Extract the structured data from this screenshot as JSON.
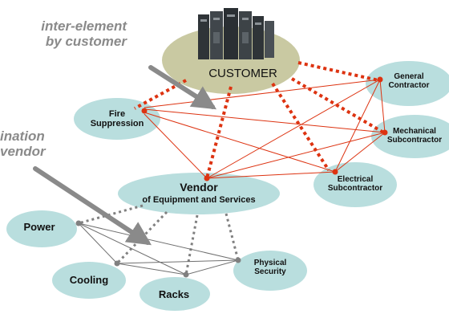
{
  "annotations": {
    "top": "inter-element\nby customer",
    "left": "ination\nvendor"
  },
  "nodes": {
    "customer": "CUSTOMER",
    "general_contractor": "General\nContractor",
    "fire_suppression": "Fire\nSuppression",
    "mechanical": "Mechanical\nSubcontractor",
    "electrical": "Electrical\nSubcontractor",
    "vendor_title": "Vendor",
    "vendor_sub": "of Equipment and Services",
    "power": "Power",
    "cooling": "Cooling",
    "racks": "Racks",
    "physical_security": "Physical\nSecurity"
  },
  "colors": {
    "node_fill": "#b9dede",
    "customer_fill": "#c9c9a2",
    "red_line": "#dd3311",
    "gray_line": "#808080",
    "arrow": "#8a8a8a",
    "annotation_text": "#8a8a8a"
  },
  "icons": {
    "customer_image": "server-cabinets-photo"
  }
}
